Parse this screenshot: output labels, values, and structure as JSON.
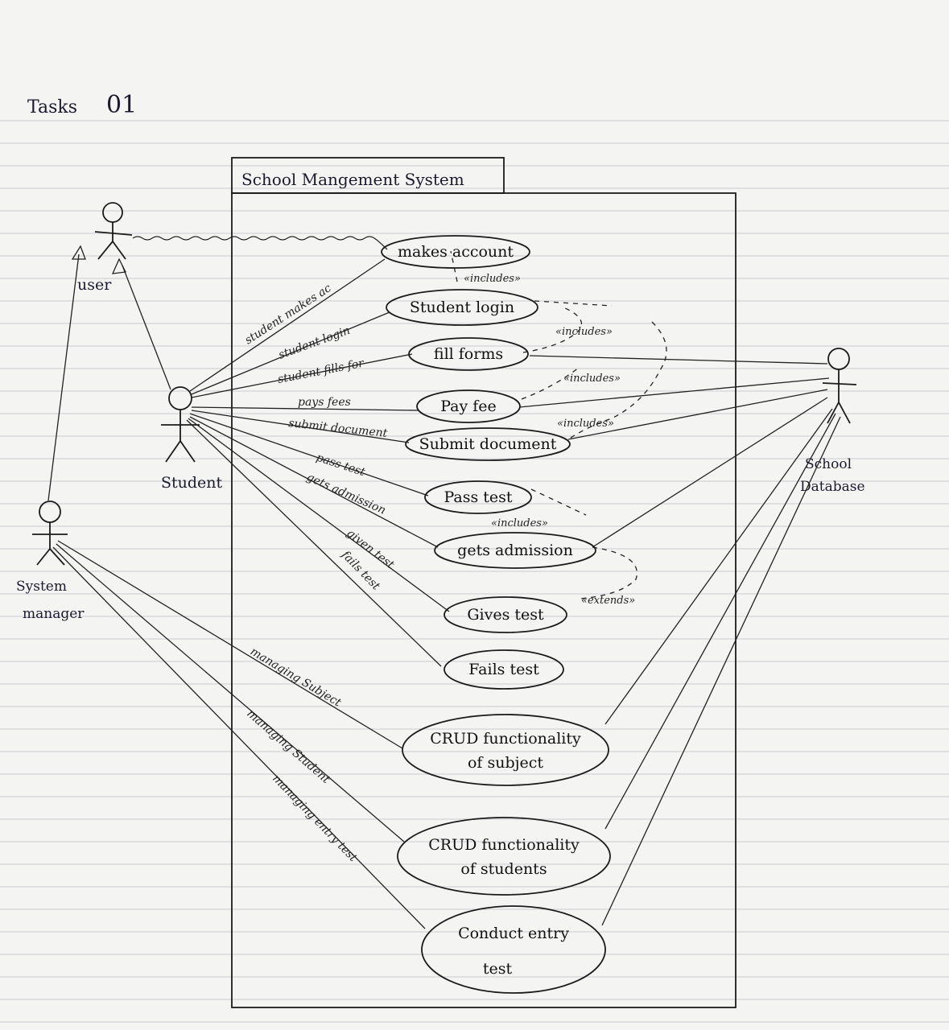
{
  "header": {
    "task_label": "Tasks",
    "task_number": "01"
  },
  "system": {
    "title": "School Mangement System"
  },
  "actors": {
    "user": "user",
    "student": "Student",
    "system_manager": [
      "System",
      "manager"
    ],
    "school_database": [
      "School",
      "Database"
    ]
  },
  "use_cases": {
    "makes_account": "makes account",
    "student_login": "Student login",
    "fill_forms": "fill forms",
    "pay_fee": "Pay fee",
    "submit_document": "Submit document",
    "pass_test": "Pass test",
    "gets_admission": "gets admission",
    "gives_test": "Gives test",
    "fails_test": "Fails test",
    "crud_subject": [
      "CRUD functionality",
      "of subject"
    ],
    "crud_students": [
      "CRUD functionality",
      "of students"
    ],
    "conduct_entry_test": [
      "Conduct entry",
      "test"
    ]
  },
  "association_labels": {
    "makes_ac": "student makes ac",
    "login": "student login",
    "fills": "student fills for",
    "pays": "pays fees",
    "submit": "submit document",
    "pass": "pass test",
    "admission": "gets admission",
    "given": "given test",
    "fails": "fails test",
    "mng_subject": "managing Subject",
    "mng_student": "managing Student",
    "mng_entry": "managing entry test"
  },
  "stereotypes": {
    "inc1": "«includes»",
    "inc2": "«includes»",
    "inc3": "«includes»",
    "inc4": "«includes»",
    "inc5": "«includes»",
    "ext1": "«extends»"
  }
}
